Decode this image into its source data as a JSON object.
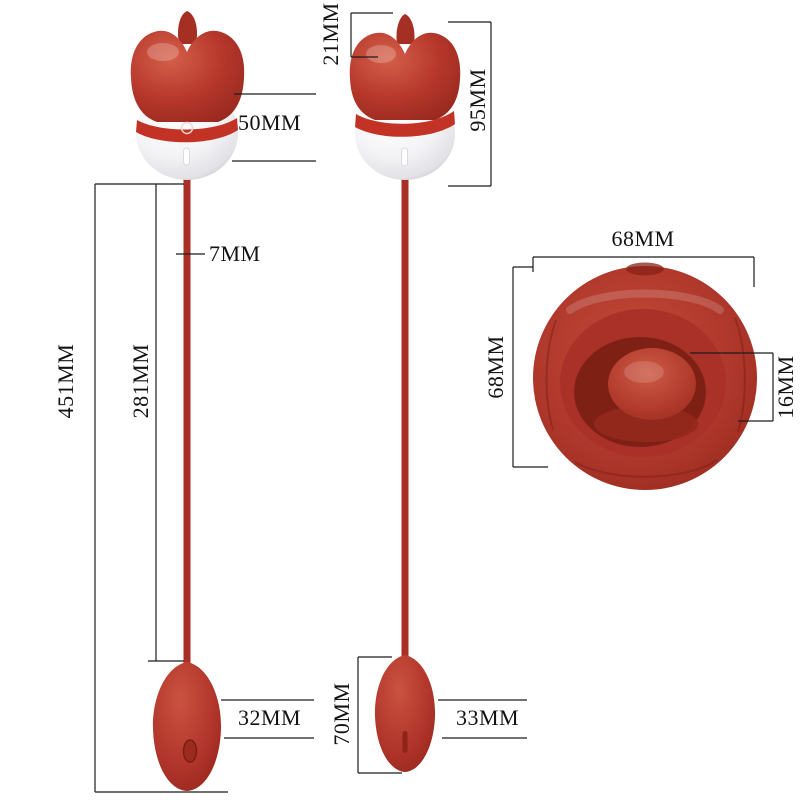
{
  "colors": {
    "product_red": "#b5362a",
    "product_red_dark": "#8c241a",
    "band_red": "#c23326",
    "white_part": "#f4f4f6",
    "dimension_line": "#1c1c1c",
    "label_text": "#131313",
    "background": "#ffffff"
  },
  "dimensions": {
    "front": {
      "head_diameter": "50MM",
      "stem_diameter": "7MM",
      "stem_length": "281MM",
      "total_length": "451MM",
      "egg_diameter": "32MM"
    },
    "side": {
      "tongue_height": "21MM",
      "head_height": "95MM",
      "egg_length": "70MM",
      "egg_diameter": "33MM"
    },
    "mouth": {
      "width": "68MM",
      "height": "68MM",
      "tongue_height": "16MM"
    }
  }
}
